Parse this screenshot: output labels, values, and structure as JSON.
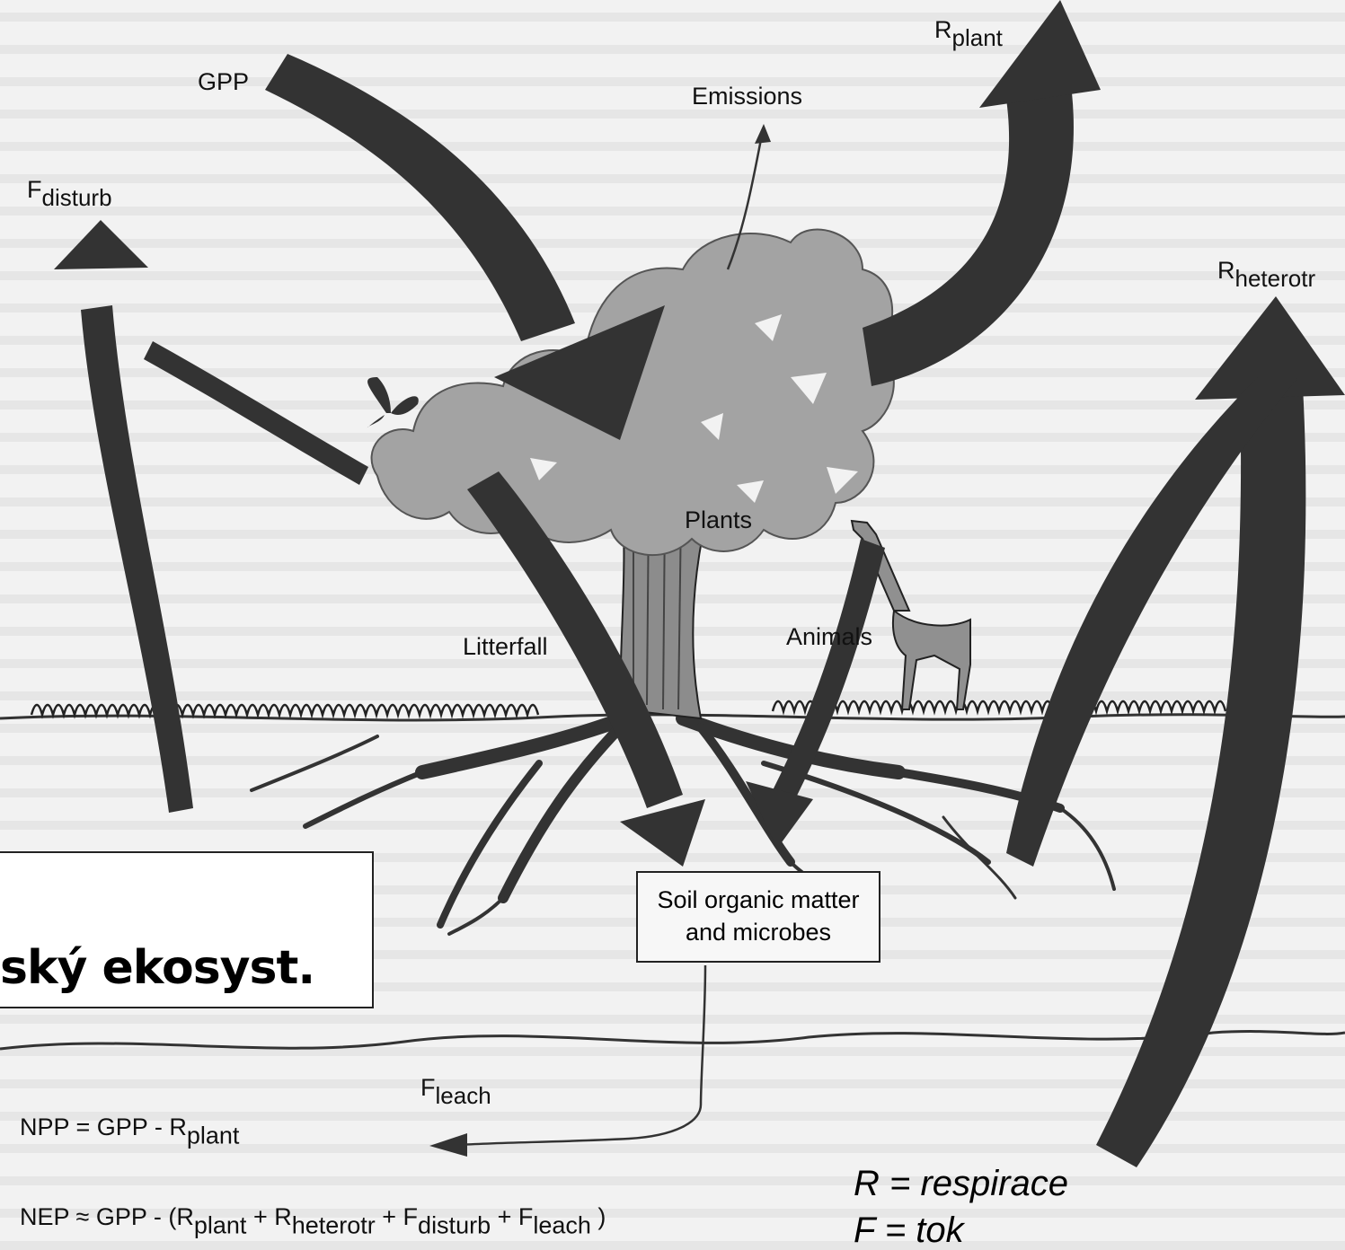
{
  "labels": {
    "gpp": "GPP",
    "f_disturb": {
      "main": "F",
      "sub": "disturb"
    },
    "r_plant": {
      "main": "R",
      "sub": "plant"
    },
    "r_heterotr": {
      "main": "R",
      "sub": "heterotr"
    },
    "emissions": "Emissions",
    "plants": "Plants",
    "litterfall": "Litterfall",
    "animals": "Animals",
    "f_leach": {
      "main": "F",
      "sub": "leach"
    }
  },
  "soil_box": {
    "line1": "Soil organic matter",
    "line2": "and microbes"
  },
  "title_fragment": "ský ekosyst.",
  "formulas": {
    "npp": {
      "prefix": "NPP = GPP - R",
      "sub": "plant"
    },
    "nep": {
      "p1": "NEP ≈ GPP - (R",
      "s1": "plant",
      "p2": " + R",
      "s2": "heterotr",
      "p3": " + F",
      "s3": "disturb",
      "p4": " + F",
      "s4": "leach",
      "p5": " )"
    }
  },
  "legend": {
    "r": "R = respirace",
    "f": "F = tok"
  },
  "colors": {
    "arrow": "#333333",
    "tree": "#a3a3a3",
    "trunk": "#8a8a8a",
    "background": "#f2f2f2"
  }
}
